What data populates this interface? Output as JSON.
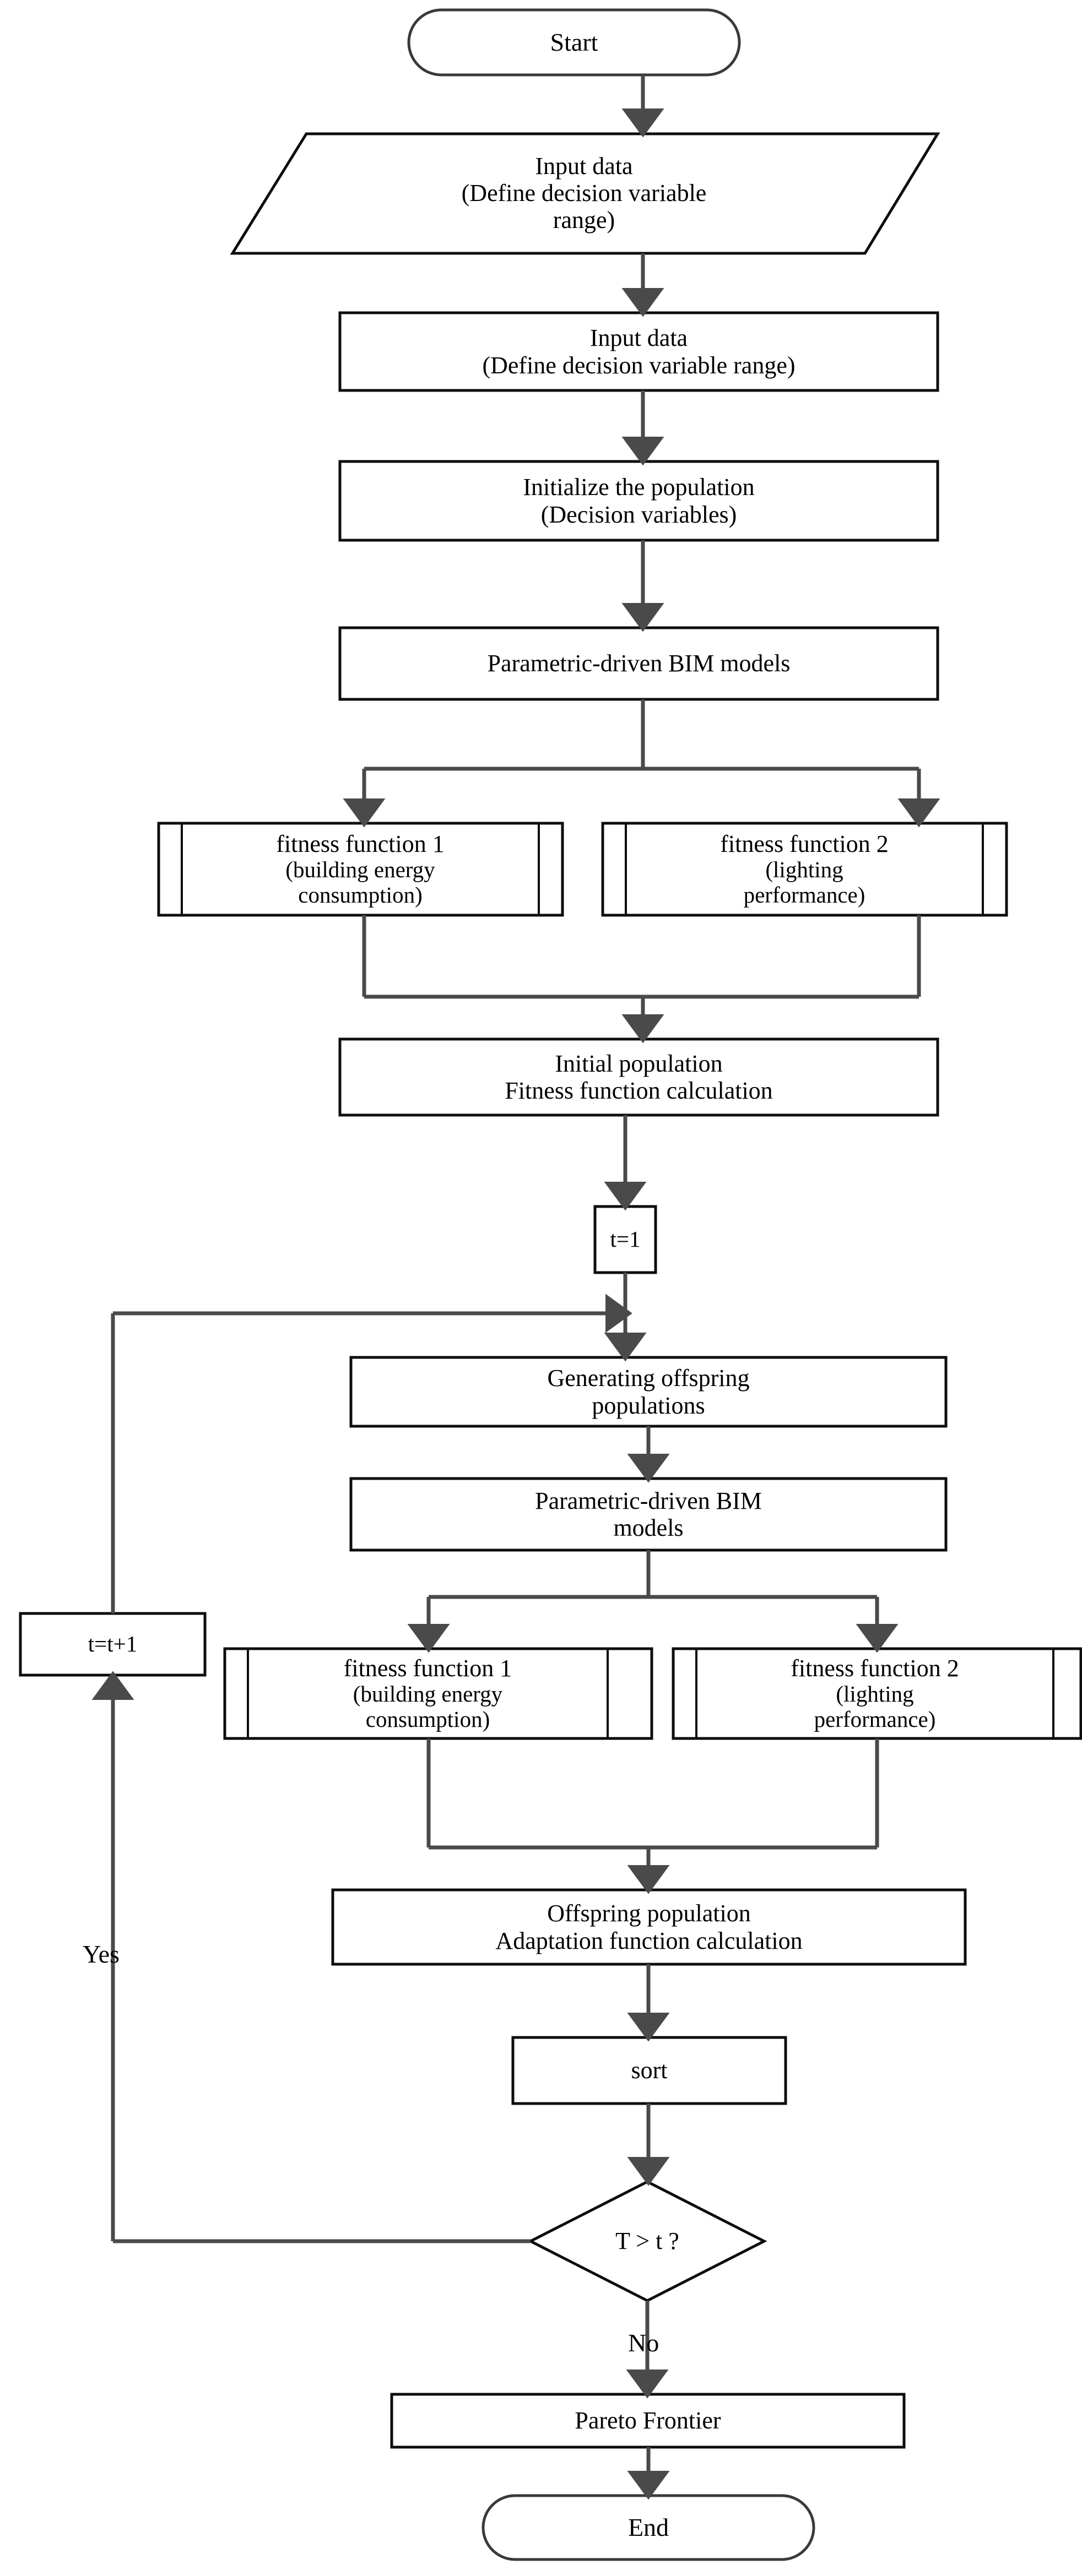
{
  "diagram": {
    "title": "Multi-objective optimization flowchart",
    "colors": {
      "background": "#ffffff",
      "shape_stroke": "#0d0d0d",
      "connector_stroke": "#4a4a4a",
      "text": "#000000"
    },
    "nodes": {
      "start": {
        "label": "Start",
        "shape": "terminator"
      },
      "input_parallelogram": {
        "shape": "parallelogram",
        "line1": "Input data",
        "line2": "(Define decision variable",
        "line3": "range)"
      },
      "input_rect": {
        "shape": "process",
        "line1": "Input data",
        "line2": "(Define decision variable range)"
      },
      "initialize_population": {
        "shape": "process",
        "line1": "Initialize the population",
        "line2": "(Decision variables)"
      },
      "bim_models_1": {
        "shape": "process",
        "line1": "Parametric-driven BIM models"
      },
      "fitness_1a": {
        "shape": "predefined-process",
        "line1": "fitness function 1",
        "line2": "(building energy",
        "line3": "consumption)"
      },
      "fitness_2a": {
        "shape": "predefined-process",
        "line1": "fitness function 2",
        "line2": "(lighting",
        "line3": "performance)"
      },
      "initial_population": {
        "shape": "process",
        "line1": "Initial population",
        "line2": "Fitness function calculation"
      },
      "t_init": {
        "shape": "process",
        "line1": "t=1"
      },
      "generating_offspring": {
        "shape": "process",
        "line1": "Generating offspring",
        "line2": "populations"
      },
      "bim_models_2": {
        "shape": "process",
        "line1": "Parametric-driven BIM",
        "line2": "models"
      },
      "fitness_1b": {
        "shape": "predefined-process",
        "line1": "fitness function 1",
        "line2": "(building energy",
        "line3": "consumption)"
      },
      "fitness_2b": {
        "shape": "predefined-process",
        "line1": "fitness function 2",
        "line2": "(lighting",
        "line3": "performance)"
      },
      "t_increment": {
        "shape": "process",
        "line1": "t=t+1"
      },
      "offspring_population": {
        "shape": "process",
        "line1": "Offspring population",
        "line2": "Adaptation function calculation"
      },
      "sort": {
        "shape": "process",
        "line1": "sort"
      },
      "decision": {
        "shape": "diamond",
        "line1": "T > t ?"
      },
      "pareto_frontier": {
        "shape": "process",
        "line1": "Pareto Frontier"
      },
      "end": {
        "shape": "terminator",
        "label": "End"
      }
    },
    "edge_labels": {
      "yes": "Yes",
      "no": "No"
    }
  }
}
